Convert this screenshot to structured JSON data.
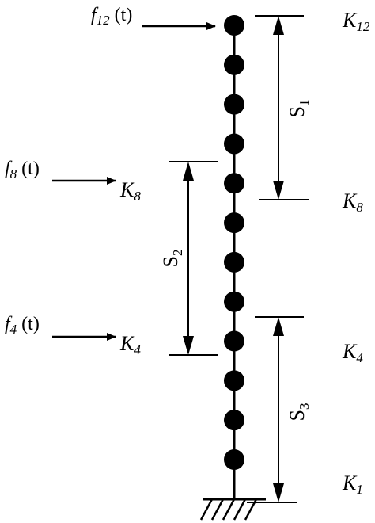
{
  "story_labels": {
    "k12": {
      "main": "K",
      "sub": "12"
    },
    "k8_right": {
      "main": "K",
      "sub": "8"
    },
    "k4_right": {
      "main": "K",
      "sub": "4"
    },
    "k1": {
      "main": "K",
      "sub": "1"
    },
    "k8_left": {
      "main": "K",
      "sub": "8"
    },
    "k4_left": {
      "main": "K",
      "sub": "4"
    }
  },
  "forces": {
    "f12": {
      "main": "f",
      "sub": "12",
      "arg": " (t)"
    },
    "f8": {
      "main": "f",
      "sub": "8",
      "arg": " (t)"
    },
    "f4": {
      "main": "f",
      "sub": "4",
      "arg": " (t)"
    }
  },
  "spans": {
    "s1": {
      "main": "S",
      "sub": "1"
    },
    "s2": {
      "main": "S",
      "sub": "2"
    },
    "s3": {
      "main": "S",
      "sub": "3"
    }
  },
  "node_count": 12
}
